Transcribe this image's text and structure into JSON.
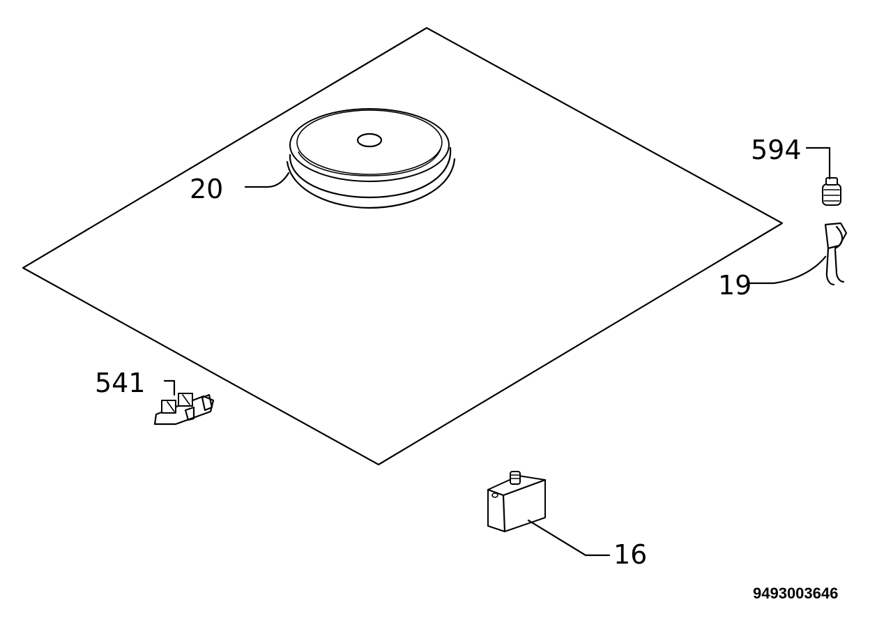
{
  "callouts": {
    "c20": "20",
    "c594": "594",
    "c19": "19",
    "c541": "541",
    "c16": "16"
  },
  "drawing_number": "9493003646"
}
